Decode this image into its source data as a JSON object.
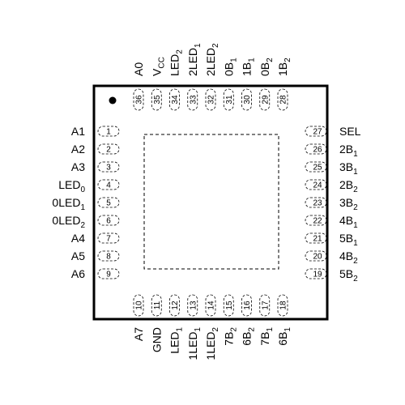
{
  "pins": {
    "left": [
      {
        "num": "1",
        "label": [
          [
            "A1",
            ""
          ]
        ]
      },
      {
        "num": "2",
        "label": [
          [
            "A2",
            ""
          ]
        ]
      },
      {
        "num": "3",
        "label": [
          [
            "A3",
            ""
          ]
        ]
      },
      {
        "num": "4",
        "label": [
          [
            "LED",
            ""
          ],
          [
            "0",
            "sub"
          ]
        ]
      },
      {
        "num": "5",
        "label": [
          [
            "0LED",
            ""
          ],
          [
            "1",
            "sub"
          ]
        ]
      },
      {
        "num": "6",
        "label": [
          [
            "0LED",
            ""
          ],
          [
            "2",
            "sub"
          ]
        ]
      },
      {
        "num": "7",
        "label": [
          [
            "A4",
            ""
          ]
        ]
      },
      {
        "num": "8",
        "label": [
          [
            "A5",
            ""
          ]
        ]
      },
      {
        "num": "9",
        "label": [
          [
            "A6",
            ""
          ]
        ]
      }
    ],
    "bottom": [
      {
        "num": "10",
        "label": [
          [
            "A7",
            ""
          ]
        ]
      },
      {
        "num": "11",
        "label": [
          [
            "GND",
            ""
          ]
        ]
      },
      {
        "num": "12",
        "label": [
          [
            "LED",
            ""
          ],
          [
            "1",
            "sub"
          ]
        ]
      },
      {
        "num": "13",
        "label": [
          [
            "1LED",
            ""
          ],
          [
            "1",
            "sub"
          ]
        ]
      },
      {
        "num": "14",
        "label": [
          [
            "1LED",
            ""
          ],
          [
            "2",
            "sub"
          ]
        ]
      },
      {
        "num": "15",
        "label": [
          [
            "7B",
            ""
          ],
          [
            "2",
            "sub"
          ]
        ]
      },
      {
        "num": "16",
        "label": [
          [
            "6B",
            ""
          ],
          [
            "2",
            "sub"
          ]
        ]
      },
      {
        "num": "17",
        "label": [
          [
            "7B",
            ""
          ],
          [
            "1",
            "sub"
          ]
        ]
      },
      {
        "num": "18",
        "label": [
          [
            "6B",
            ""
          ],
          [
            "1",
            "sub"
          ]
        ]
      }
    ],
    "right": [
      {
        "num": "27",
        "label": [
          [
            "SEL",
            ""
          ]
        ]
      },
      {
        "num": "26",
        "label": [
          [
            "2B",
            ""
          ],
          [
            "1",
            "sub"
          ]
        ]
      },
      {
        "num": "25",
        "label": [
          [
            "3B",
            ""
          ],
          [
            "1",
            "sub"
          ]
        ]
      },
      {
        "num": "24",
        "label": [
          [
            "2B",
            ""
          ],
          [
            "2",
            "sub"
          ]
        ]
      },
      {
        "num": "23",
        "label": [
          [
            "3B",
            ""
          ],
          [
            "2",
            "sub"
          ]
        ]
      },
      {
        "num": "22",
        "label": [
          [
            "4B",
            ""
          ],
          [
            "1",
            "sub"
          ]
        ]
      },
      {
        "num": "21",
        "label": [
          [
            "5B",
            ""
          ],
          [
            "1",
            "sub"
          ]
        ]
      },
      {
        "num": "20",
        "label": [
          [
            "4B",
            ""
          ],
          [
            "2",
            "sub"
          ]
        ]
      },
      {
        "num": "19",
        "label": [
          [
            "5B",
            ""
          ],
          [
            "2",
            "sub"
          ]
        ]
      }
    ],
    "top": [
      {
        "num": "36",
        "label": [
          [
            "A0",
            ""
          ]
        ]
      },
      {
        "num": "35",
        "label": [
          [
            "V",
            ""
          ],
          [
            "CC",
            "sub"
          ]
        ]
      },
      {
        "num": "34",
        "label": [
          [
            "LED",
            ""
          ],
          [
            "2",
            "sub"
          ]
        ]
      },
      {
        "num": "33",
        "label": [
          [
            "2LED",
            ""
          ],
          [
            "1",
            "sub"
          ]
        ]
      },
      {
        "num": "32",
        "label": [
          [
            "2LED",
            ""
          ],
          [
            "2",
            "sub"
          ]
        ]
      },
      {
        "num": "31",
        "label": [
          [
            "0B",
            ""
          ],
          [
            "1",
            "sub"
          ]
        ]
      },
      {
        "num": "30",
        "label": [
          [
            "1B",
            ""
          ],
          [
            "1",
            "sub"
          ]
        ]
      },
      {
        "num": "29",
        "label": [
          [
            "0B",
            ""
          ],
          [
            "2",
            "sub"
          ]
        ]
      },
      {
        "num": "28",
        "label": [
          [
            "1B",
            ""
          ],
          [
            "2",
            "sub"
          ]
        ]
      }
    ]
  },
  "colors": {
    "line": "#000000",
    "background": "#ffffff"
  }
}
